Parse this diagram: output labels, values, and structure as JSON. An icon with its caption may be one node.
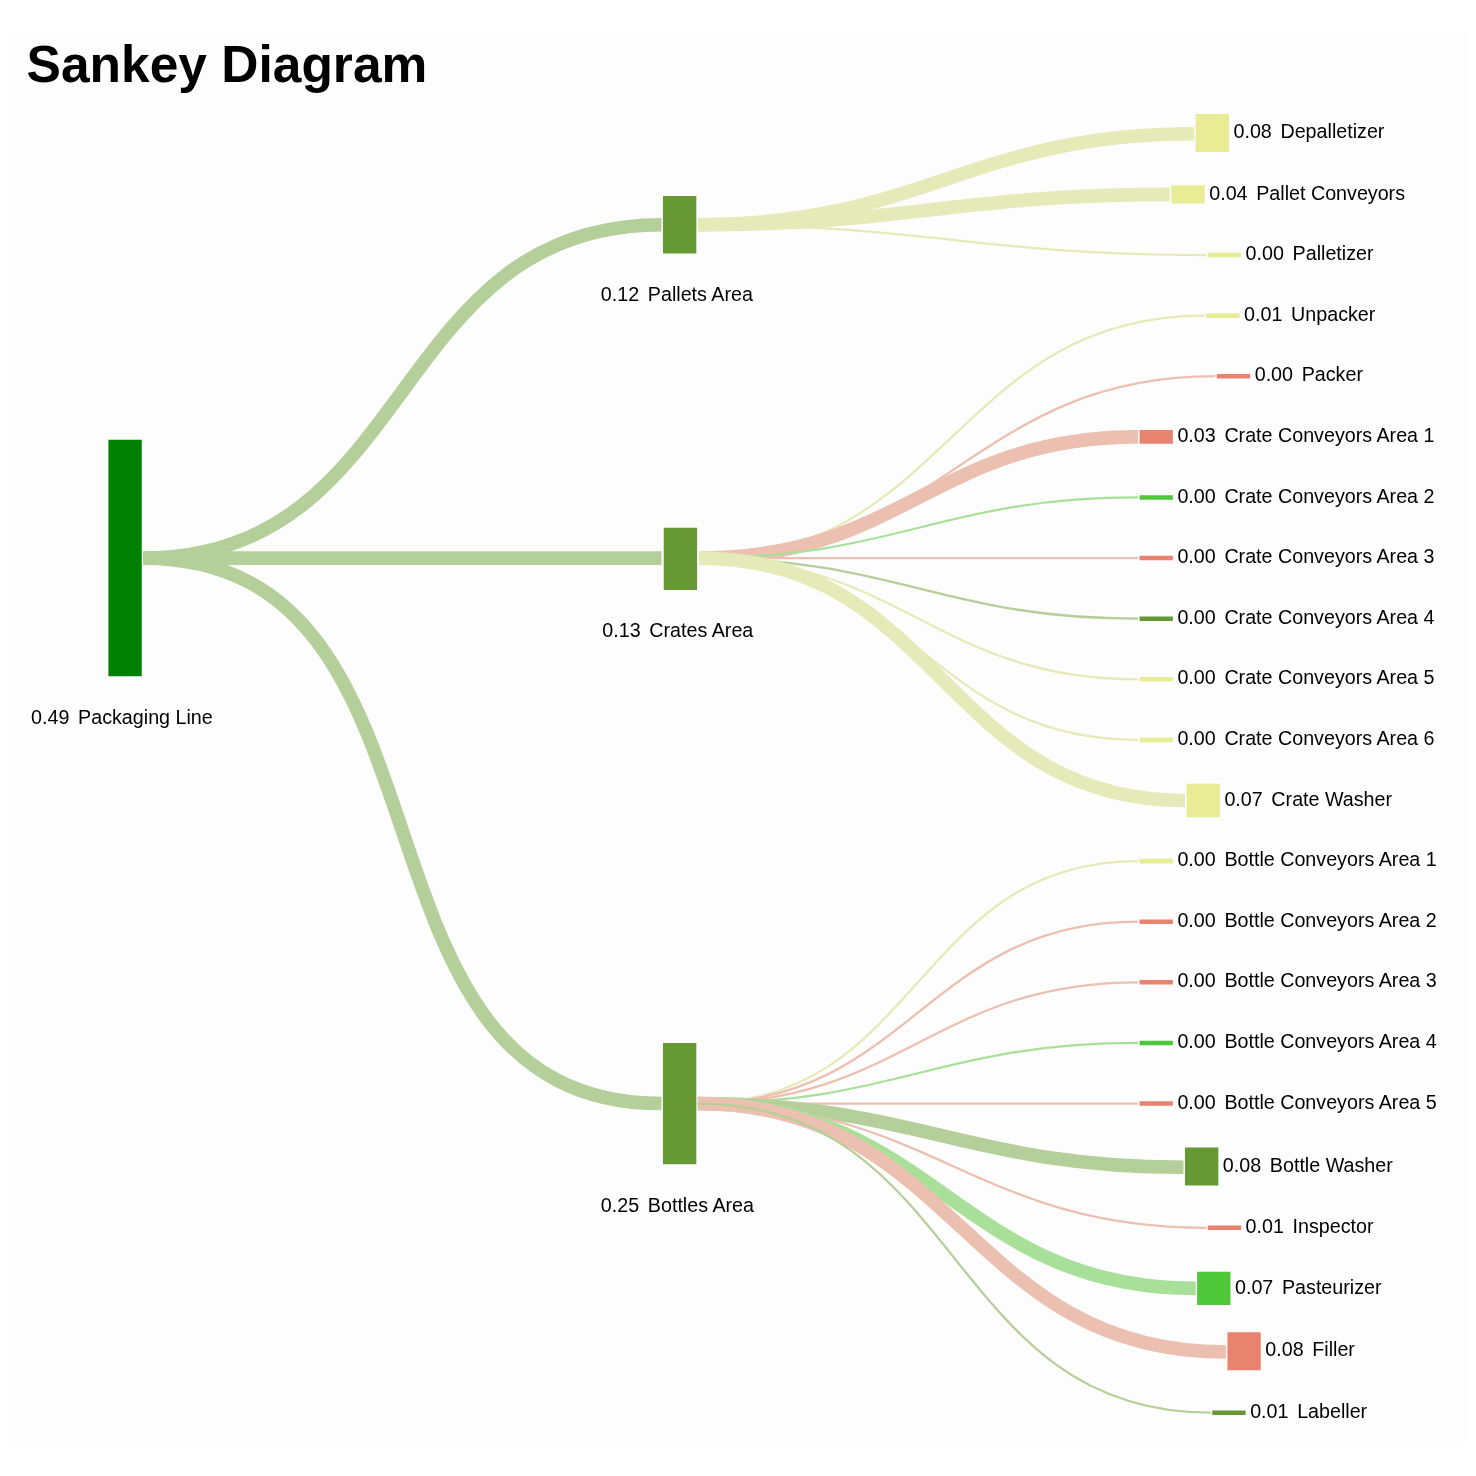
{
  "diagram": {
    "title": "Sankey Diagram",
    "nodes": [
      {
        "text": [
          "Packaging Line"
        ],
        "beside": [
          "0.49"
        ]
      },
      {
        "text": [
          "Pallets Area"
        ],
        "beside": [
          "0.12"
        ]
      },
      {
        "text": [
          "Crates Area"
        ],
        "beside": [
          "0.13"
        ]
      },
      {
        "text": [
          "Bottles Area"
        ],
        "beside": [
          "0.25"
        ]
      },
      {
        "text": [
          "Depalletizer"
        ],
        "beside": [
          "0.08"
        ]
      },
      {
        "text": [
          "Pallet Conveyors"
        ],
        "beside": [
          "0.04"
        ]
      },
      {
        "text": [
          "Palletizer"
        ],
        "beside": [
          "0.00"
        ]
      },
      {
        "text": [
          "Unpacker"
        ],
        "beside": [
          "0.01"
        ]
      },
      {
        "text": [
          "Packer"
        ],
        "beside": [
          "0.00"
        ]
      },
      {
        "text": [
          "Crate Conveyors Area 1"
        ],
        "beside": [
          "0.03"
        ]
      },
      {
        "text": [
          "Crate Conveyors Area 2"
        ],
        "beside": [
          "0.00"
        ]
      },
      {
        "text": [
          "Crate Conveyors Area 3"
        ],
        "beside": [
          "0.00"
        ]
      },
      {
        "text": [
          "Crate Conveyors Area 4"
        ],
        "beside": [
          "0.00"
        ]
      },
      {
        "text": [
          "Crate Conveyors Area 5"
        ],
        "beside": [
          "0.00"
        ]
      },
      {
        "text": [
          "Crate Conveyors Area 6"
        ],
        "beside": [
          "0.00"
        ]
      },
      {
        "text": [
          "Crate Washer"
        ],
        "beside": [
          "0.07"
        ]
      },
      {
        "text": [
          "Bottle Conveyors Area 1"
        ],
        "beside": [
          "0.00"
        ]
      },
      {
        "text": [
          "Bottle Conveyors Area 2"
        ],
        "beside": [
          "0.00"
        ]
      },
      {
        "text": [
          "Bottle Conveyors Area 3"
        ],
        "beside": [
          "0.00"
        ]
      },
      {
        "text": [
          "Bottle Conveyors Area 4"
        ],
        "beside": [
          "0.00"
        ]
      },
      {
        "text": [
          "Bottle Conveyors Area 5"
        ],
        "beside": [
          "0.00"
        ]
      },
      {
        "text": [
          "Bottle Washer"
        ],
        "beside": [
          "0.08"
        ]
      },
      {
        "text": [
          "Inspector"
        ],
        "beside": [
          "0.01"
        ]
      },
      {
        "text": [
          "Pasteurizer"
        ],
        "beside": [
          "0.07"
        ]
      },
      {
        "text": [
          "Filler"
        ],
        "beside": [
          "0.08"
        ]
      },
      {
        "text": [
          "Labeller"
        ],
        "beside": [
          "0.01"
        ]
      }
    ],
    "edges": [
      {
        "from": 0,
        "to": 1,
        "arrow": "none",
        "style": "thick"
      },
      {
        "from": 0,
        "to": 2,
        "arrow": "none",
        "style": "thick"
      },
      {
        "from": 0,
        "to": 3,
        "arrow": "none",
        "style": "thick"
      },
      {
        "from": 1,
        "to": 4,
        "arrow": "none",
        "style": "thick"
      },
      {
        "from": 1,
        "to": 5,
        "arrow": "none",
        "style": "thick"
      },
      {
        "from": 1,
        "to": 6,
        "arrow": "none"
      },
      {
        "from": 2,
        "to": 7,
        "arrow": "none"
      },
      {
        "from": 2,
        "to": 8,
        "arrow": "none"
      },
      {
        "from": 2,
        "to": 9,
        "arrow": "none",
        "style": "thick"
      },
      {
        "from": 2,
        "to": 10,
        "arrow": "none"
      },
      {
        "from": 2,
        "to": 11,
        "arrow": "none"
      },
      {
        "from": 2,
        "to": 12,
        "arrow": "none"
      },
      {
        "from": 2,
        "to": 13,
        "arrow": "none"
      },
      {
        "from": 2,
        "to": 14,
        "arrow": "none"
      },
      {
        "from": 2,
        "to": 15,
        "arrow": "none",
        "style": "thick"
      },
      {
        "from": 3,
        "to": 16,
        "arrow": "none"
      },
      {
        "from": 3,
        "to": 17,
        "arrow": "none"
      },
      {
        "from": 3,
        "to": 18,
        "arrow": "none"
      },
      {
        "from": 3,
        "to": 19,
        "arrow": "none"
      },
      {
        "from": 3,
        "to": 20,
        "arrow": "none"
      },
      {
        "from": 3,
        "to": 21,
        "arrow": "none",
        "style": "thick"
      },
      {
        "from": 3,
        "to": 22,
        "arrow": "none"
      },
      {
        "from": 3,
        "to": 23,
        "arrow": "none",
        "style": "thick"
      },
      {
        "from": 3,
        "to": 24,
        "arrow": "none",
        "style": "thick"
      },
      {
        "from": 3,
        "to": 25,
        "arrow": "none"
      }
    ]
  }
}
